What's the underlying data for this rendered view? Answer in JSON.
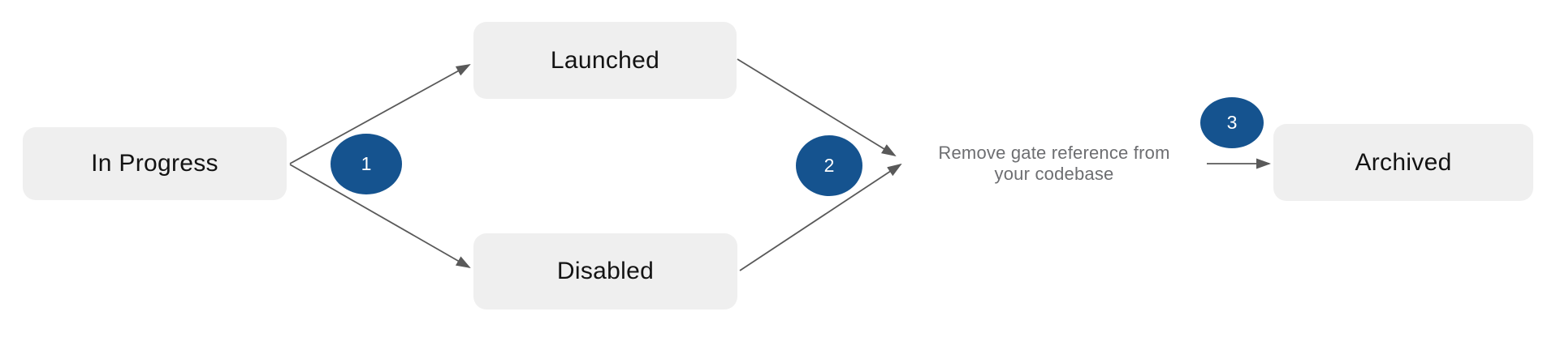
{
  "colors": {
    "background": "#ffffff",
    "node-fill": "#efefef",
    "node-text": "#131313",
    "badge-fill": "#15538f",
    "badge-text": "#ffffff",
    "edge": "#595959",
    "annotation-text": "#6d6e71"
  },
  "nodes": {
    "in_progress": {
      "label": "In Progress"
    },
    "launched": {
      "label": "Launched"
    },
    "disabled": {
      "label": "Disabled"
    },
    "archived": {
      "label": "Archived"
    }
  },
  "badges": {
    "step1": "1",
    "step2": "2",
    "step3": "3"
  },
  "annotation": {
    "full_text": "Remove gate reference from your codebase",
    "line1": "Remove gate reference from",
    "line2": "your codebase"
  },
  "edges": [
    {
      "from": "in_progress",
      "to": "launched"
    },
    {
      "from": "in_progress",
      "to": "disabled"
    },
    {
      "from": "launched",
      "to": "annotation"
    },
    {
      "from": "disabled",
      "to": "annotation"
    },
    {
      "from": "annotation",
      "to": "archived"
    }
  ]
}
